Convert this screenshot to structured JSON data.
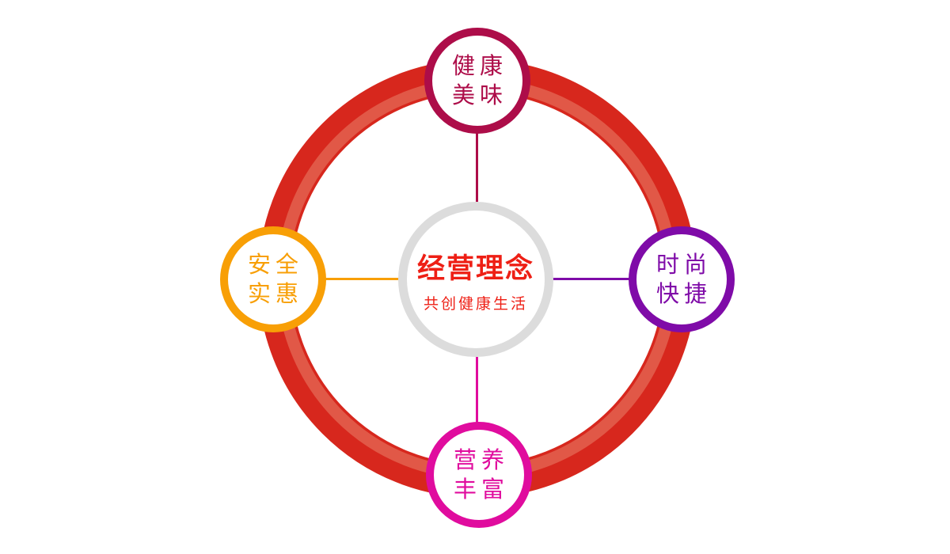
{
  "page": {
    "background": "#ffffff"
  },
  "diagram": {
    "ring": {
      "main_color": "#d7271d",
      "highlight_color": "#e15847"
    },
    "center": {
      "title": "经营理念",
      "subtitle": "共创健康生活",
      "text_color": "#ee1f15",
      "border_color": "#dcdcdc",
      "fill": "#ffffff"
    },
    "nodes": [
      {
        "id": "top",
        "line1": "健康",
        "line2": "美味",
        "color": "#ad0d49"
      },
      {
        "id": "right",
        "line1": "时尚",
        "line2": "快捷",
        "color": "#7f0ba8"
      },
      {
        "id": "bottom",
        "line1": "营养",
        "line2": "丰富",
        "color": "#e00c9e"
      },
      {
        "id": "left",
        "line1": "安全",
        "line2": "实惠",
        "color": "#f89f06"
      }
    ]
  }
}
